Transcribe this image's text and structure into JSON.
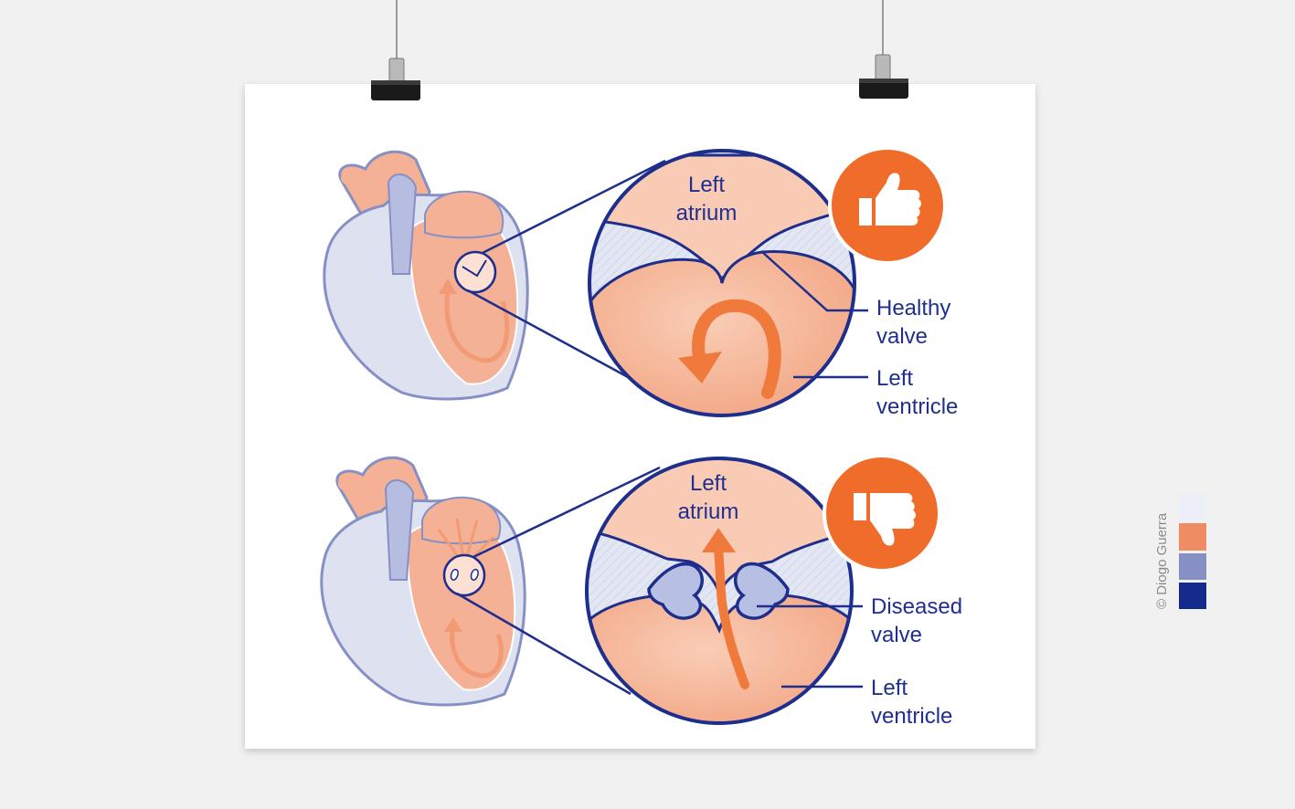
{
  "credit": "© Diogo Guerra",
  "palette": [
    "#eceff8",
    "#ef8c64",
    "#8790c5",
    "#142b8b"
  ],
  "colors": {
    "orange": "#ef6c2a",
    "peach": "#f5b196",
    "navy": "#1e2e8c",
    "lavender": "#c7cde8",
    "background": "#f1f1f2",
    "paper": "#ffffff"
  },
  "healthy": {
    "atrium_line1": "Left",
    "atrium_line2": "atrium",
    "valve_line1": "Healthy",
    "valve_line2": "valve",
    "ventricle_line1": "Left",
    "ventricle_line2": "ventricle",
    "icon": "thumbs-up-icon"
  },
  "diseased": {
    "atrium_line1": "Left",
    "atrium_line2": "atrium",
    "valve_line1": "Diseased",
    "valve_line2": "valve",
    "ventricle_line1": "Left",
    "ventricle_line2": "ventricle",
    "icon": "thumbs-down-icon"
  }
}
